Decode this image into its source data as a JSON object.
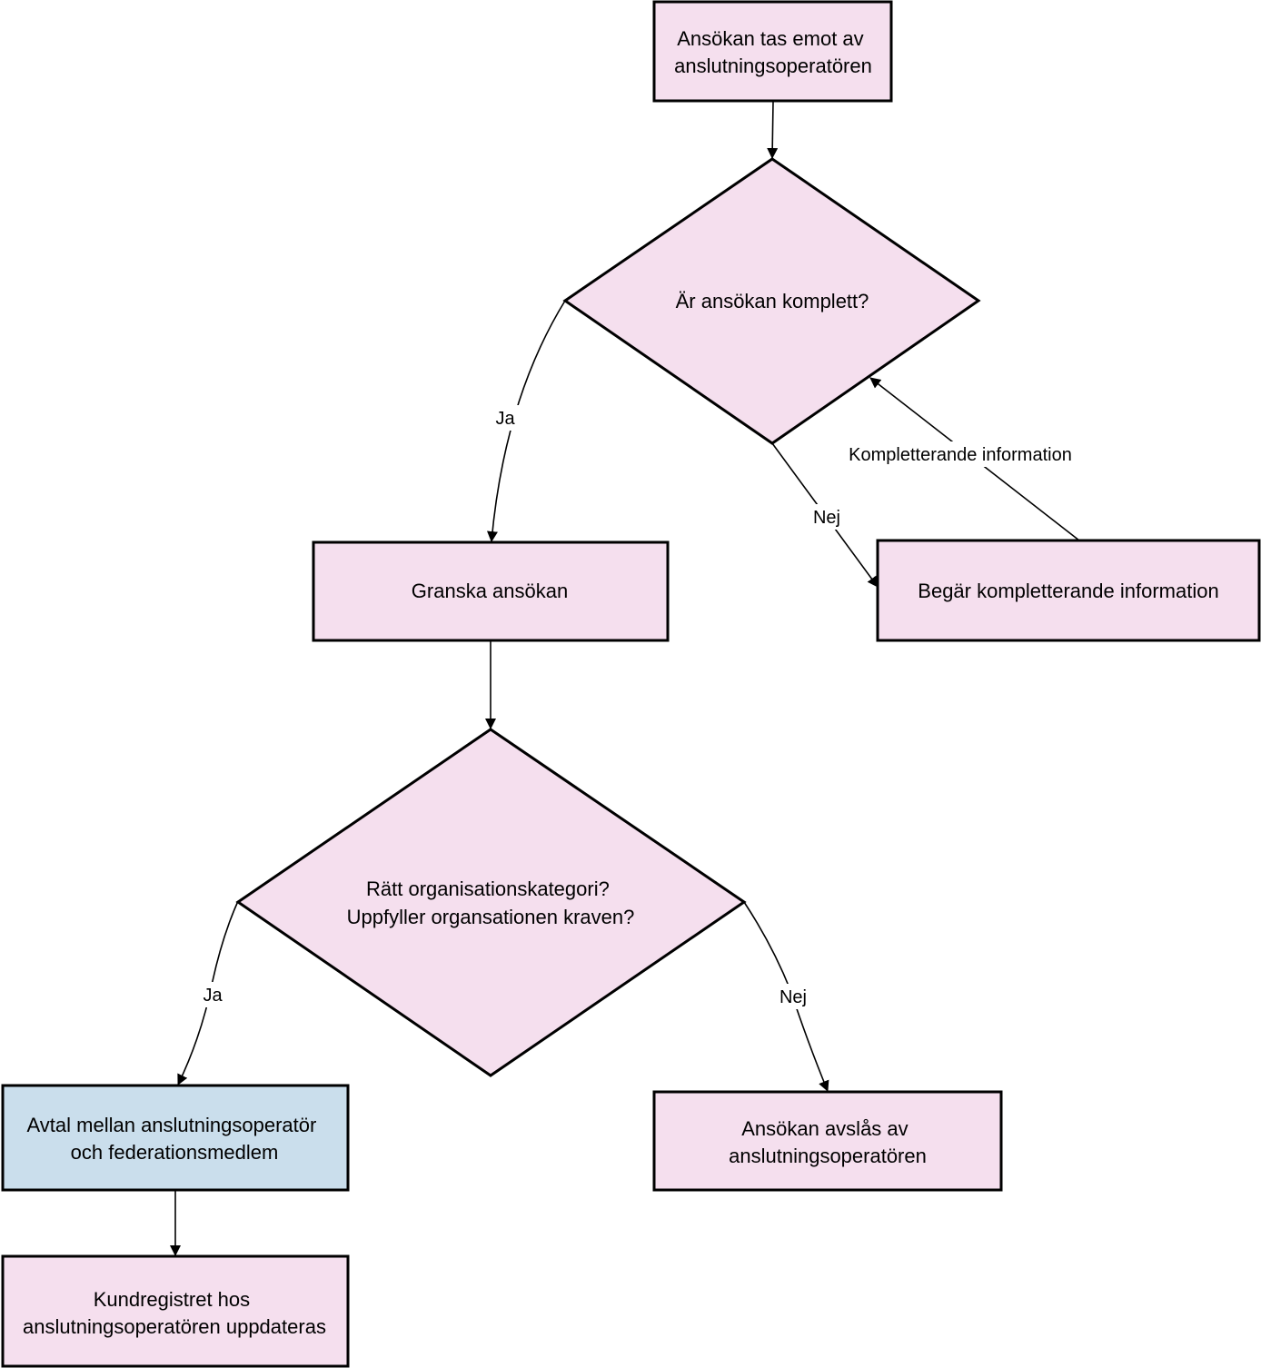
{
  "colors": {
    "pink": "#f5dfee",
    "blue": "#cadeec",
    "stroke": "#000000"
  },
  "nodes": {
    "received": {
      "lines": [
        "Ansökan tas emot av",
        "anslutningsoperatören"
      ]
    },
    "complete_decision": {
      "lines": [
        "Är ansökan komplett?"
      ]
    },
    "review": {
      "lines": [
        "Granska ansökan"
      ]
    },
    "request_info": {
      "lines": [
        "Begär kompletterande information"
      ]
    },
    "category_decision": {
      "lines": [
        "Rätt organisationskategori?",
        "Uppfyller organsationen kraven?"
      ]
    },
    "agreement": {
      "lines": [
        "Avtal mellan anslutningsoperatör",
        "och federationsmedlem"
      ]
    },
    "rejected": {
      "lines": [
        "Ansökan avslås av",
        "anslutningsoperatören"
      ]
    },
    "registry_update": {
      "lines": [
        "Kundregistret hos",
        "anslutningsoperatören uppdateras"
      ]
    }
  },
  "edges": {
    "complete_yes": "Ja",
    "complete_no": "Nej",
    "supplement": "Kompletterande information",
    "category_yes": "Ja",
    "category_no": "Nej"
  }
}
